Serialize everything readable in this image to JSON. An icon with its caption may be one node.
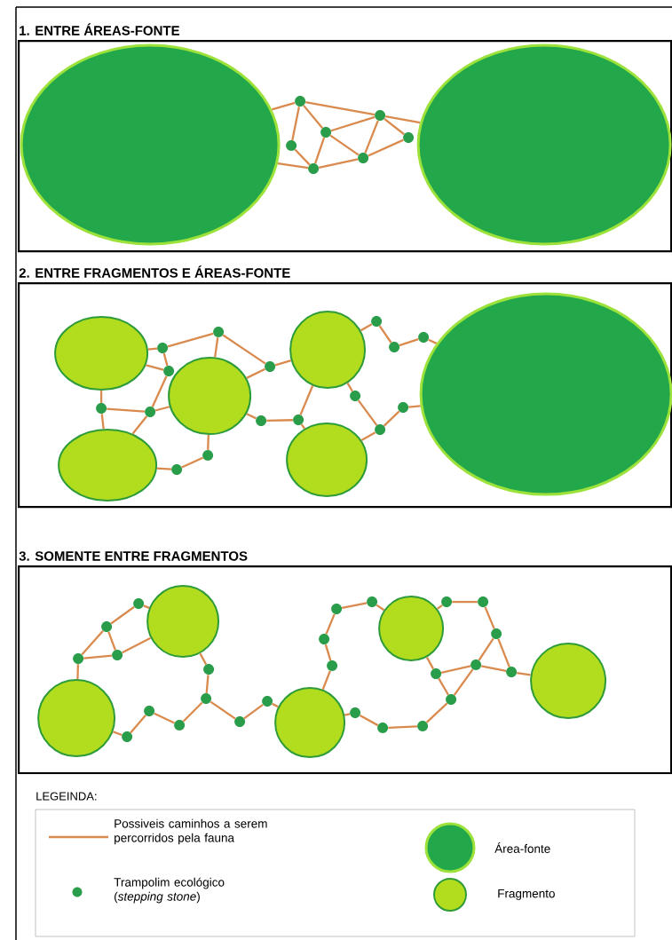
{
  "diagram": {
    "nodes": [
      {
        "text": [
          "1. ENTRE ÁREAS-FONTE"
        ]
      },
      {
        "text": [],
        "shape": "ellipse",
        "in": 0
      },
      {
        "text": [],
        "shape": "ellipse",
        "in": 0
      },
      {
        "text": [],
        "shape": "dot",
        "in": 0
      },
      {
        "text": [],
        "shape": "dot",
        "in": 0
      },
      {
        "text": [],
        "shape": "dot",
        "in": 0
      },
      {
        "text": [],
        "shape": "dot",
        "in": 0
      },
      {
        "text": [],
        "shape": "dot",
        "in": 0
      },
      {
        "text": [],
        "shape": "dot",
        "in": 0
      },
      {
        "text": [],
        "shape": "dot",
        "in": 0
      },
      {
        "text": [
          "2. ENTRE FRAGMENTOS E ÁREAS-FONTE"
        ]
      },
      {
        "text": [],
        "shape": "circle",
        "in": 10
      },
      {
        "text": [],
        "shape": "circle",
        "in": 10
      },
      {
        "text": [],
        "shape": "circle",
        "in": 10
      },
      {
        "text": [],
        "shape": "circle",
        "in": 10
      },
      {
        "text": [],
        "shape": "circle",
        "in": 10
      },
      {
        "text": [],
        "shape": "ellipse",
        "in": 10
      },
      {
        "text": [],
        "shape": "dot",
        "in": 10
      },
      {
        "text": [],
        "shape": "dot",
        "in": 10
      },
      {
        "text": [],
        "shape": "dot",
        "in": 10
      },
      {
        "text": [],
        "shape": "dot",
        "in": 10
      },
      {
        "text": [],
        "shape": "dot",
        "in": 10
      },
      {
        "text": [],
        "shape": "dot",
        "in": 10
      },
      {
        "text": [],
        "shape": "dot",
        "in": 10
      },
      {
        "text": [],
        "shape": "dot",
        "in": 10
      },
      {
        "text": [],
        "shape": "dot",
        "in": 10
      },
      {
        "text": [],
        "shape": "dot",
        "in": 10
      },
      {
        "text": [],
        "shape": "dot",
        "in": 10
      },
      {
        "text": [],
        "shape": "dot",
        "in": 10
      },
      {
        "text": [],
        "shape": "dot",
        "in": 10
      },
      {
        "text": [],
        "shape": "dot",
        "in": 10
      },
      {
        "text": [],
        "shape": "dot",
        "in": 10
      },
      {
        "text": [],
        "shape": "dot",
        "in": 10
      },
      {
        "text": [
          "3. SOMENTE ENTRE FRAGMENTOS"
        ]
      },
      {
        "text": [],
        "shape": "circle",
        "in": 33
      },
      {
        "text": [],
        "shape": "circle",
        "in": 33
      },
      {
        "text": [],
        "shape": "circle",
        "in": 33
      },
      {
        "text": [],
        "shape": "circle",
        "in": 33
      },
      {
        "text": [],
        "shape": "circle",
        "in": 33
      },
      {
        "text": [],
        "shape": "dot",
        "in": 33
      },
      {
        "text": [],
        "shape": "dot",
        "in": 33
      },
      {
        "text": [],
        "shape": "dot",
        "in": 33
      },
      {
        "text": [],
        "shape": "dot",
        "in": 33
      },
      {
        "text": [],
        "shape": "dot",
        "in": 33
      },
      {
        "text": [],
        "shape": "dot",
        "in": 33
      },
      {
        "text": [],
        "shape": "dot",
        "in": 33
      },
      {
        "text": [],
        "shape": "dot",
        "in": 33
      },
      {
        "text": [],
        "shape": "dot",
        "in": 33
      },
      {
        "text": [],
        "shape": "dot",
        "in": 33
      },
      {
        "text": [],
        "shape": "dot",
        "in": 33
      },
      {
        "text": [],
        "shape": "dot",
        "in": 33
      },
      {
        "text": [],
        "shape": "dot",
        "in": 33
      },
      {
        "text": [],
        "shape": "dot",
        "in": 33
      },
      {
        "text": [],
        "shape": "dot",
        "in": 33
      },
      {
        "text": [],
        "shape": "dot",
        "in": 33
      },
      {
        "text": [],
        "shape": "dot",
        "in": 33
      },
      {
        "text": [],
        "shape": "dot",
        "in": 33
      },
      {
        "text": [],
        "shape": "dot",
        "in": 33
      },
      {
        "text": [],
        "shape": "dot",
        "in": 33
      },
      {
        "text": [],
        "shape": "dot",
        "in": 33
      },
      {
        "text": [],
        "shape": "dot",
        "in": 33
      },
      {
        "text": [],
        "shape": "dot",
        "in": 33
      },
      {
        "text": [],
        "shape": "dot",
        "in": 33
      },
      {
        "text": [],
        "shape": "dot",
        "in": 33
      }
    ],
    "edges": [
      {
        "from": 1,
        "to": 3,
        "arrow": "none"
      },
      {
        "from": 1,
        "to": 6,
        "arrow": "none"
      },
      {
        "from": 3,
        "to": 4,
        "arrow": "none"
      },
      {
        "from": 3,
        "to": 5,
        "arrow": "none"
      },
      {
        "from": 3,
        "to": 7,
        "arrow": "none"
      },
      {
        "from": 4,
        "to": 6,
        "arrow": "none"
      },
      {
        "from": 5,
        "to": 6,
        "arrow": "none"
      },
      {
        "from": 5,
        "to": 8,
        "arrow": "none"
      },
      {
        "from": 5,
        "to": 7,
        "arrow": "none"
      },
      {
        "from": 6,
        "to": 8,
        "arrow": "none"
      },
      {
        "from": 7,
        "to": 8,
        "arrow": "none"
      },
      {
        "from": 7,
        "to": 9,
        "arrow": "none"
      },
      {
        "from": 8,
        "to": 9,
        "arrow": "none"
      },
      {
        "from": 7,
        "to": 2,
        "arrow": "none"
      },
      {
        "from": 11,
        "to": 17,
        "arrow": "none"
      },
      {
        "from": 17,
        "to": 18,
        "arrow": "none"
      },
      {
        "from": 17,
        "to": 19,
        "arrow": "none"
      },
      {
        "from": 11,
        "to": 19,
        "arrow": "none"
      },
      {
        "from": 18,
        "to": 13,
        "arrow": "none"
      },
      {
        "from": 18,
        "to": 22,
        "arrow": "none"
      },
      {
        "from": 22,
        "to": 14,
        "arrow": "none"
      },
      {
        "from": 13,
        "to": 22,
        "arrow": "none"
      },
      {
        "from": 19,
        "to": 21,
        "arrow": "none"
      },
      {
        "from": 11,
        "to": 20,
        "arrow": "none"
      },
      {
        "from": 20,
        "to": 12,
        "arrow": "none"
      },
      {
        "from": 20,
        "to": 21,
        "arrow": "none"
      },
      {
        "from": 21,
        "to": 13,
        "arrow": "none"
      },
      {
        "from": 21,
        "to": 12,
        "arrow": "none"
      },
      {
        "from": 13,
        "to": 25,
        "arrow": "none"
      },
      {
        "from": 25,
        "to": 26,
        "arrow": "none"
      },
      {
        "from": 26,
        "to": 12,
        "arrow": "none"
      },
      {
        "from": 13,
        "to": 23,
        "arrow": "none"
      },
      {
        "from": 23,
        "to": 24,
        "arrow": "none"
      },
      {
        "from": 24,
        "to": 14,
        "arrow": "none"
      },
      {
        "from": 24,
        "to": 15,
        "arrow": "none"
      },
      {
        "from": 14,
        "to": 27,
        "arrow": "none"
      },
      {
        "from": 27,
        "to": 28,
        "arrow": "none"
      },
      {
        "from": 28,
        "to": 29,
        "arrow": "none"
      },
      {
        "from": 29,
        "to": 16,
        "arrow": "none"
      },
      {
        "from": 14,
        "to": 30,
        "arrow": "none"
      },
      {
        "from": 30,
        "to": 32,
        "arrow": "none"
      },
      {
        "from": 32,
        "to": 15,
        "arrow": "none"
      },
      {
        "from": 32,
        "to": 31,
        "arrow": "none"
      },
      {
        "from": 31,
        "to": 16,
        "arrow": "none"
      },
      {
        "from": 34,
        "to": 42,
        "arrow": "none"
      },
      {
        "from": 42,
        "to": 40,
        "arrow": "none"
      },
      {
        "from": 42,
        "to": 41,
        "arrow": "none"
      },
      {
        "from": 40,
        "to": 41,
        "arrow": "none"
      },
      {
        "from": 40,
        "to": 39,
        "arrow": "none"
      },
      {
        "from": 39,
        "to": 35,
        "arrow": "none"
      },
      {
        "from": 41,
        "to": 35,
        "arrow": "none"
      },
      {
        "from": 35,
        "to": 43,
        "arrow": "none"
      },
      {
        "from": 43,
        "to": 44,
        "arrow": "none"
      },
      {
        "from": 44,
        "to": 47,
        "arrow": "none"
      },
      {
        "from": 47,
        "to": 45,
        "arrow": "none"
      },
      {
        "from": 45,
        "to": 46,
        "arrow": "none"
      },
      {
        "from": 46,
        "to": 34,
        "arrow": "none"
      },
      {
        "from": 44,
        "to": 48,
        "arrow": "none"
      },
      {
        "from": 48,
        "to": 49,
        "arrow": "none"
      },
      {
        "from": 49,
        "to": 36,
        "arrow": "none"
      },
      {
        "from": 36,
        "to": 53,
        "arrow": "none"
      },
      {
        "from": 53,
        "to": 52,
        "arrow": "none"
      },
      {
        "from": 52,
        "to": 50,
        "arrow": "none"
      },
      {
        "from": 50,
        "to": 51,
        "arrow": "none"
      },
      {
        "from": 51,
        "to": 37,
        "arrow": "none"
      },
      {
        "from": 37,
        "to": 54,
        "arrow": "none"
      },
      {
        "from": 54,
        "to": 55,
        "arrow": "none"
      },
      {
        "from": 55,
        "to": 56,
        "arrow": "none"
      },
      {
        "from": 56,
        "to": 57,
        "arrow": "none"
      },
      {
        "from": 56,
        "to": 59,
        "arrow": "none"
      },
      {
        "from": 37,
        "to": 58,
        "arrow": "none"
      },
      {
        "from": 58,
        "to": 57,
        "arrow": "none"
      },
      {
        "from": 57,
        "to": 59,
        "arrow": "none"
      },
      {
        "from": 59,
        "to": 38,
        "arrow": "none"
      },
      {
        "from": 58,
        "to": 60,
        "arrow": "none"
      },
      {
        "from": 57,
        "to": 60,
        "arrow": "none"
      },
      {
        "from": 60,
        "to": 63,
        "arrow": "none"
      },
      {
        "from": 63,
        "to": 62,
        "arrow": "none"
      },
      {
        "from": 62,
        "to": 61,
        "arrow": "none"
      },
      {
        "from": 61,
        "to": 36,
        "arrow": "none"
      }
    ],
    "labels": [
      "LEGEINDA:"
    ],
    "legend": [
      {
        "text": "Possiveis caminhos a serem percorridos pela fauna"
      },
      {
        "text": "Trampolim ecológico (*stepping stone*)"
      },
      {
        "text": "Área-fonte"
      },
      {
        "text": "Fragmento"
      }
    ]
  }
}
